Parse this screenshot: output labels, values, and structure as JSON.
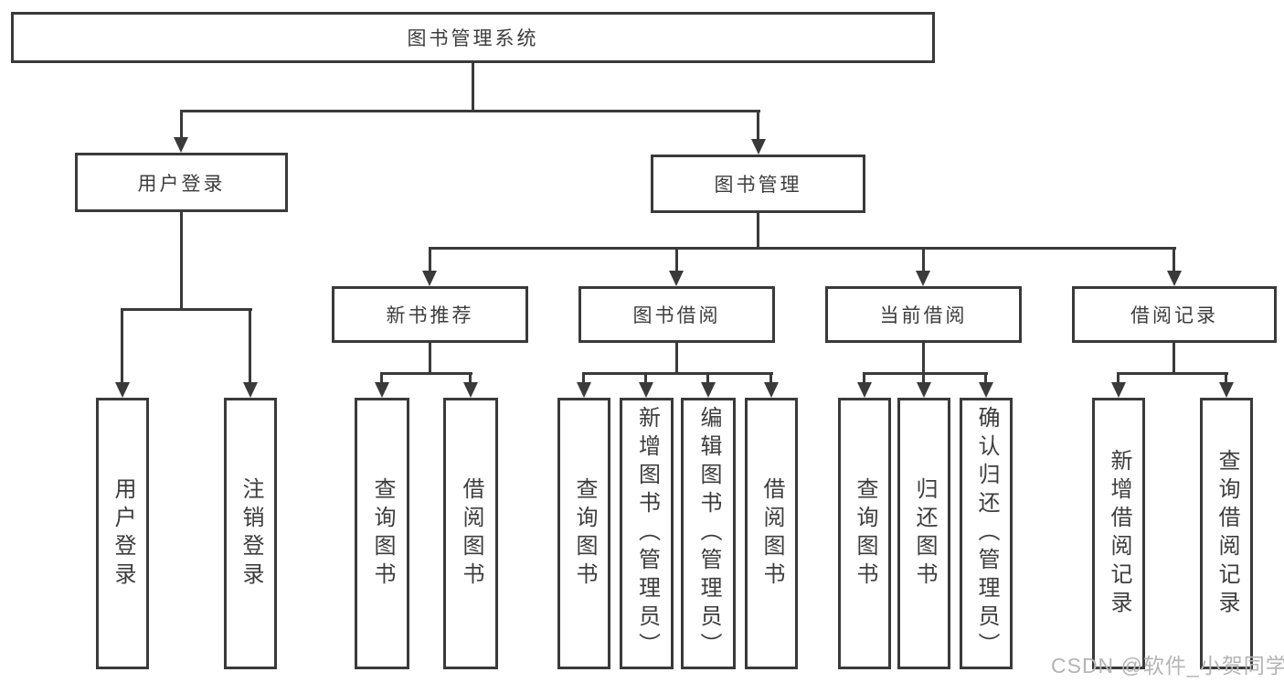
{
  "tree": {
    "root": "图书管理系统",
    "level2": [
      "用户登录",
      "图书管理"
    ],
    "level3": [
      "新书推荐",
      "图书借阅",
      "当前借阅",
      "借阅记录"
    ],
    "leaves": {
      "user_login": [
        "用户登录",
        "注销登录"
      ],
      "new_book": [
        "查询图书",
        "借阅图书"
      ],
      "book_borrow": [
        "查询图书",
        "新增图书（管理员）",
        "编辑图书（管理员）",
        "借阅图书"
      ],
      "current_borrow": [
        "查询图书",
        "归还图书",
        "确认归还（管理员）"
      ],
      "borrow_records": [
        "新增借阅记录",
        "查询借阅记录"
      ]
    }
  },
  "colors": {
    "line": "#3a3a3a",
    "text": "#3d3d3d",
    "background": "#ffffff",
    "watermark_text_color": "#b4b4b4"
  },
  "watermark": "CSDN @软件_小贺同学"
}
